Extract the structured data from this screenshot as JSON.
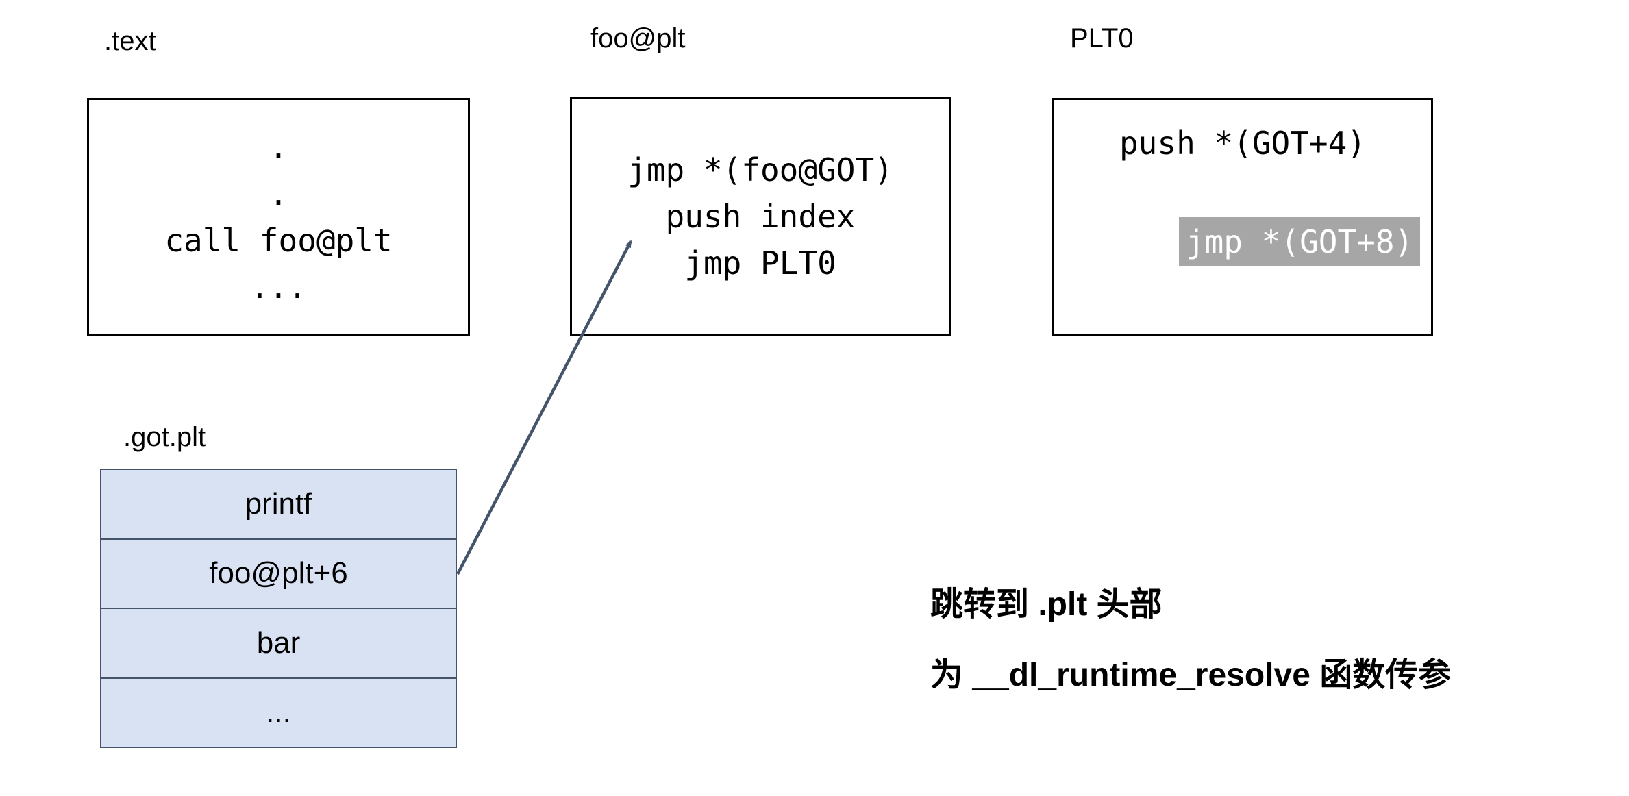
{
  "diagram": {
    "boxes": {
      "text_section": {
        "label": ".text",
        "code_lines": [
          ".",
          ".",
          "call foo@plt",
          "..."
        ]
      },
      "foo_plt": {
        "label": "foo@plt",
        "code_lines": [
          "jmp *(foo@GOT)",
          "push index",
          "jmp PLT0"
        ]
      },
      "plt0": {
        "label": "PLT0",
        "code_line_1": "push *(GOT+4)",
        "code_line_2_highlighted": "jmp *(GOT+8)"
      },
      "got_plt": {
        "label": ".got.plt",
        "rows": [
          "printf",
          "foo@plt+6",
          "bar",
          "..."
        ]
      }
    },
    "arrow": {
      "description": "from .got.plt row foo@plt+6 to foo@plt box push index line",
      "color": "#44546b"
    },
    "annotations": {
      "line_1": "跳转到 .plt 头部",
      "line_2": "为 __dl_runtime_resolve 函数传参"
    },
    "colors": {
      "box_border": "#000000",
      "table_fill": "#d9e2f3",
      "table_border": "#44546a",
      "highlight_bg": "#a6a6a6",
      "highlight_text": "#ffffff",
      "text": "#000000"
    }
  }
}
